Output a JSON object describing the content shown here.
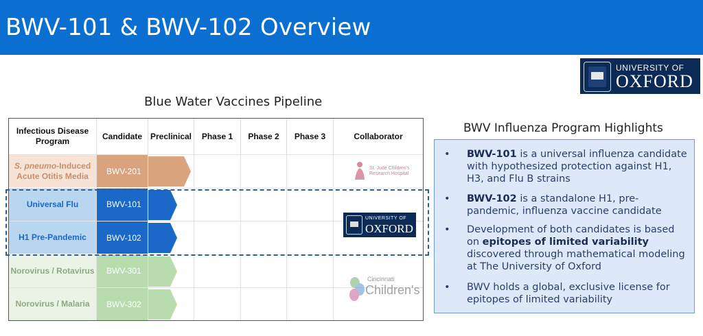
{
  "title": "BWV-101 & BWV-102 Overview",
  "logo": {
    "line1": "UNIVERSITY OF",
    "line2": "OXFORD"
  },
  "pipeline": {
    "title": "Blue Water Vaccines Pipeline",
    "headers": [
      "Infectious Disease Program",
      "Candidate",
      "Preclinical",
      "Phase 1",
      "Phase 2",
      "Phase 3",
      "Collaborator"
    ],
    "rows": [
      {
        "program_italic": "S. pneumo",
        "program_rest": "-Induced Acute Otitis Media",
        "candidate": "BWV-201",
        "color": "#d9a37e",
        "light": "#f7e3d6",
        "textcolor": "#c98f6a"
      },
      {
        "program": "Universal Flu",
        "candidate": "BWV-101",
        "color": "#1a68c8",
        "light": "#b9d6f1",
        "textcolor": "#1a68c8"
      },
      {
        "program": "H1 Pre-Pandemic",
        "candidate": "BWV-102",
        "color": "#1a68c8",
        "light": "#b9d6f1",
        "textcolor": "#1a68c8"
      },
      {
        "program": "Norovirus / Rotavirus",
        "candidate": "BWV-301",
        "color": "#b9dcae",
        "light": "#e9f4e4",
        "textcolor": "#8fa883"
      },
      {
        "program": "Norovirus / Malaria",
        "candidate": "BWV-302",
        "color": "#b9dcae",
        "light": "#e9f4e4",
        "textcolor": "#8fa883"
      }
    ],
    "collaborators": {
      "stjude": "St. Jude Children's Research Hospital",
      "oxford_line1": "UNIVERSITY OF",
      "oxford_line2": "OXFORD",
      "cincinnati_line1": "Cincinnati",
      "cincinnati_line2": "Children's"
    }
  },
  "highlights": {
    "title": "BWV Influenza Program Highlights",
    "bullet1_bold": "BWV-101",
    "bullet1_rest": " is a universal influenza candidate with hypothesized protection against H1, H3, and Flu B strains",
    "bullet2_bold": "BWV-102",
    "bullet2_rest": " is a standalone H1, pre-pandemic, influenza vaccine candidate",
    "bullet3_pre": "Development of both candidates is based on ",
    "bullet3_bold": "epitopes of limited variability",
    "bullet3_post": " discovered through mathematical modeling at The University of Oxford",
    "bullet4": "BWV holds a global, exclusive license for epitopes of limited variability"
  }
}
